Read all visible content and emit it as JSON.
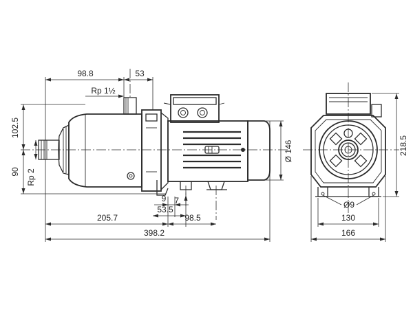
{
  "dimensions": {
    "d98_8": "98.8",
    "d53_top": "53",
    "rp1_5": "Rp 1½",
    "d102_5": "102.5",
    "d90": "90",
    "rp2": "Rp 2",
    "dia146": "Ø 146",
    "d9": "9",
    "d7": "7",
    "d53_5": "53.5",
    "d205_7": "205.7",
    "d98_5": "98.5",
    "d398_2": "398.2",
    "d218_5": "218.5",
    "dia9": "Ø9",
    "d130": "130",
    "d166": "166"
  }
}
